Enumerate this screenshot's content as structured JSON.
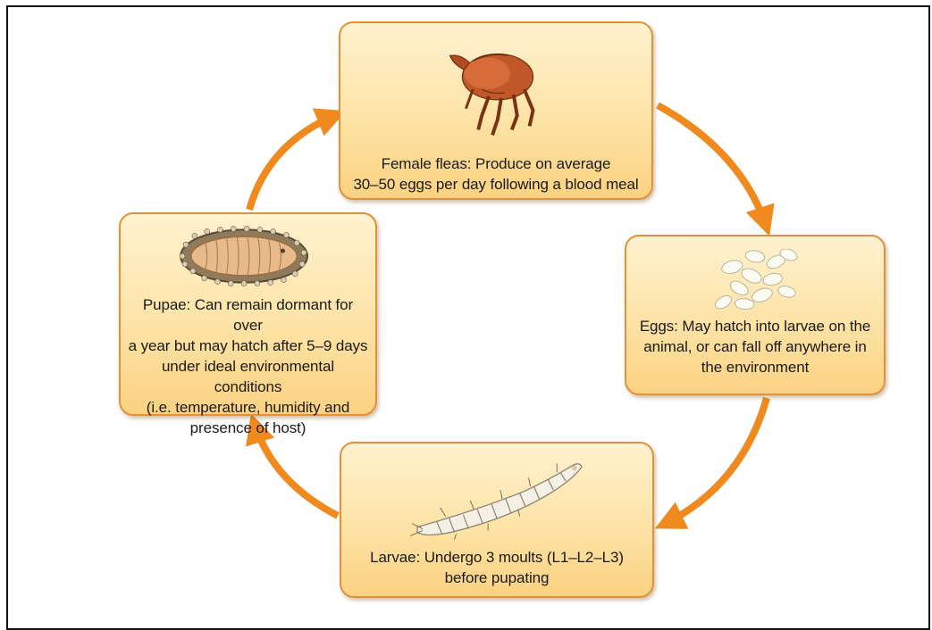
{
  "colors": {
    "arrow": "#f08a1f",
    "box_border": "#e0913a",
    "box_fill_top": "#fff2cf",
    "box_fill_bottom": "#fbd282"
  },
  "stages": [
    {
      "id": "female",
      "icon": "flea-icon",
      "lines": [
        "Female fleas: Produce on average",
        "30–50 eggs per day following a blood meal"
      ]
    },
    {
      "id": "eggs",
      "icon": "eggs-icon",
      "lines": [
        "Eggs: May hatch into larvae on the",
        "animal, or can fall off anywhere in",
        "the environment"
      ]
    },
    {
      "id": "larvae",
      "icon": "larva-icon",
      "lines": [
        "Larvae: Undergo 3 moults (L1–L2–L3)",
        "before pupating"
      ]
    },
    {
      "id": "pupae",
      "icon": "pupa-icon",
      "lines": [
        "Pupae: Can remain dormant for over",
        "a year but may hatch after 5–9 days",
        "under ideal environmental conditions",
        "(i.e. temperature, humidity and",
        "presence of host)"
      ]
    }
  ]
}
